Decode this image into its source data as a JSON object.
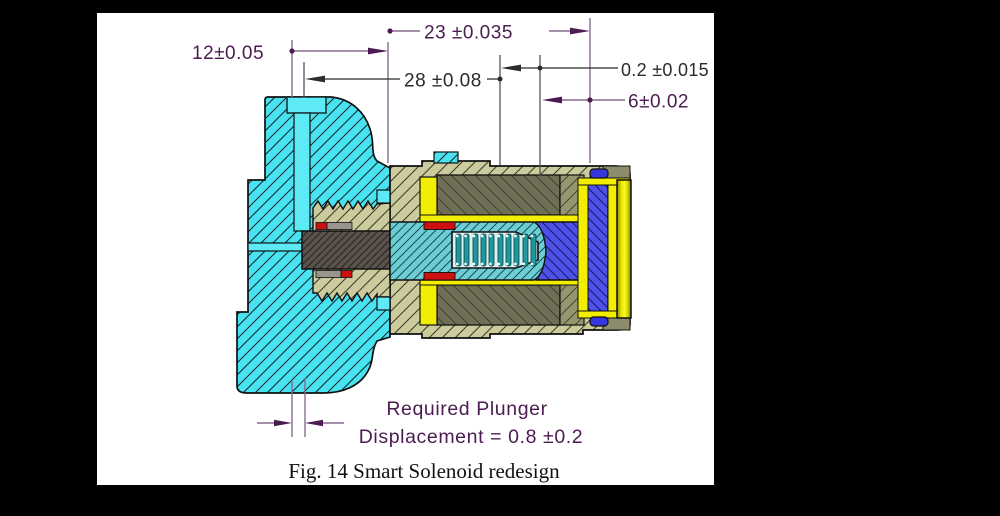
{
  "figure": {
    "caption": "Fig. 14 Smart Solenoid redesign",
    "annotation": {
      "line1": "Required Plunger",
      "line2": "Displacement = 0.8 ±0.2"
    },
    "dimensions": {
      "width_12": "12±0.05",
      "length_23": "23 ±0.035",
      "length_28": "28 ±0.08",
      "gap_02": "0.2 ±0.015",
      "depth_6": "6±0.02"
    },
    "colors": {
      "frame": "#000000",
      "canvas": "#ffffff",
      "flange_cyan": "#49e2f0",
      "bore_cyan": "#5deaf5",
      "plunger_cyan": "#6ccdd4",
      "body_khaki": "#cbcb9e",
      "block_olive": "#95956e",
      "coil_olive": "#6f6f57",
      "dark_band": "#8c8c6d",
      "bobbin_yellow": "#f2ee00",
      "cap_edge": "#8c8800",
      "cap_mid": "#fafa20",
      "pole_blue": "#4f52e8",
      "oring_blue": "#3636dd",
      "seal_red": "#ce1010",
      "washer_gray": "#9a948e",
      "rod_gray": "#59524d",
      "spring_teal": "#1d9aa0",
      "spring_bg": "#dcf0f0",
      "outline": "#101010",
      "dim_purple": "#4c1b52",
      "dim_purple_line": "#8a6b90",
      "dim_dark": "#2b2b2b",
      "caption_color": "#111111"
    }
  }
}
